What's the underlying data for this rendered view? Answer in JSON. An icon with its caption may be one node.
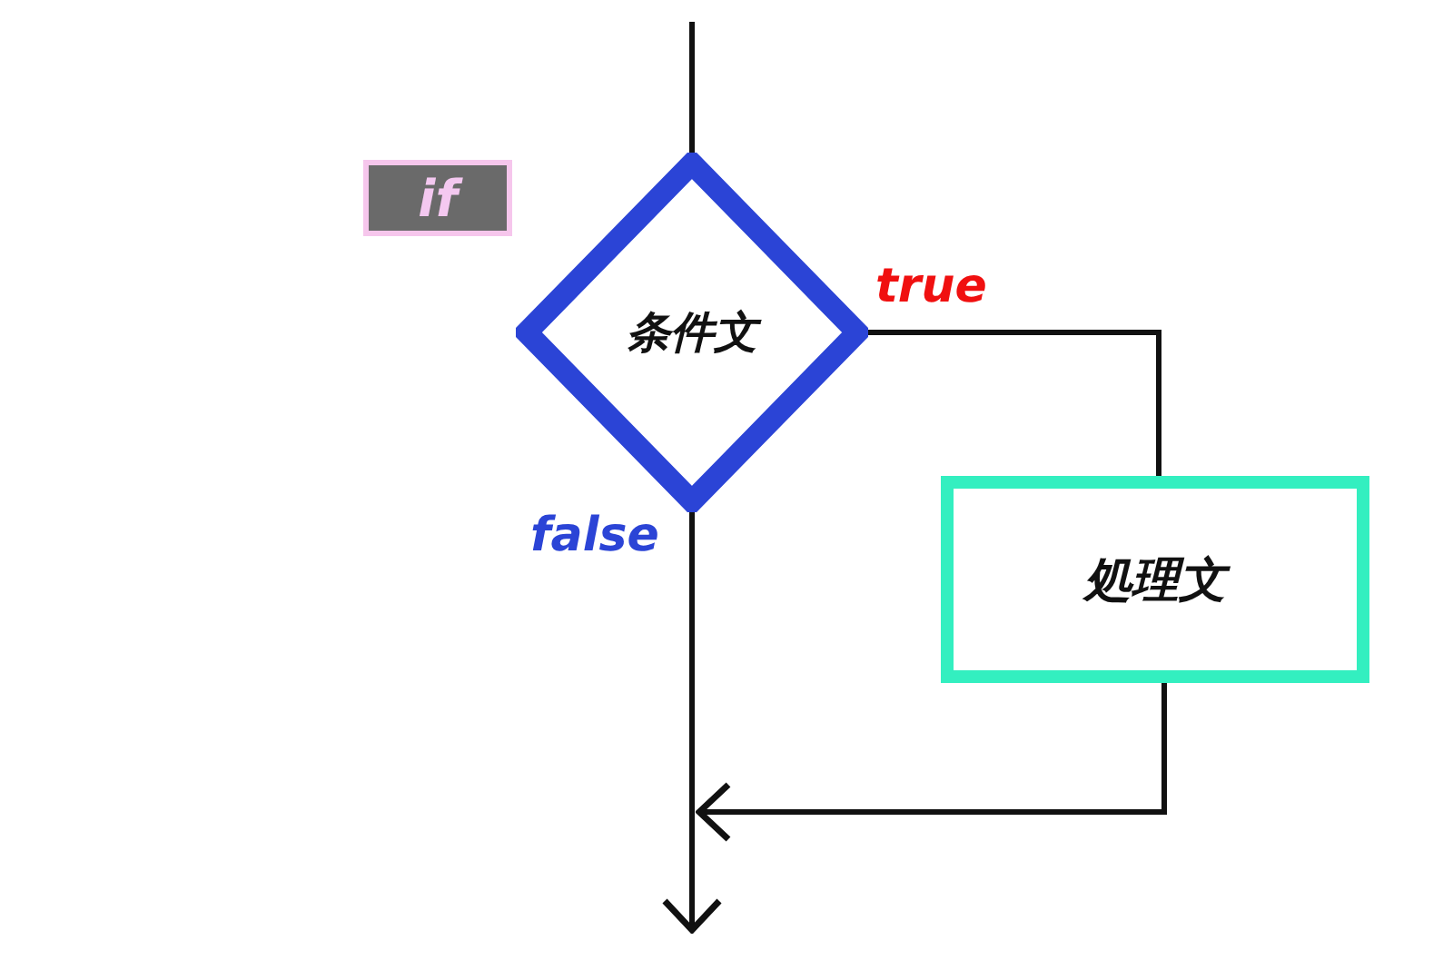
{
  "diagram": {
    "nodes": [
      {
        "text": [
          "if"
        ]
      },
      {
        "text": [
          "条件文"
        ]
      },
      {
        "text": [
          "処理文"
        ]
      }
    ],
    "edges": [
      {
        "from": null,
        "to": 1,
        "arrow": "none"
      },
      {
        "from": 1,
        "to": 2,
        "arrow": "none",
        "label": "true"
      },
      {
        "from": 1,
        "to": null,
        "arrow": "to",
        "label": "false"
      },
      {
        "from": 2,
        "to": null,
        "arrow": "to"
      }
    ]
  }
}
